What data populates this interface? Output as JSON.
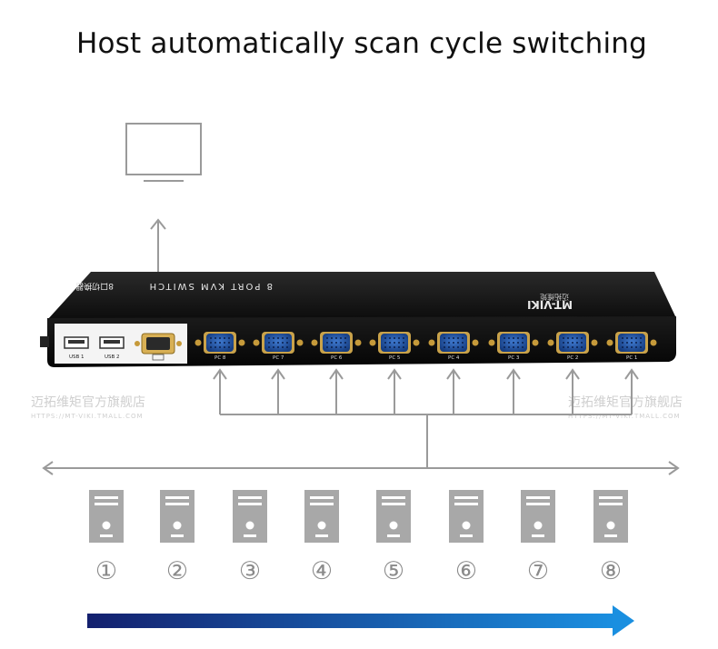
{
  "title": "Host automatically scan cycle switching",
  "device": {
    "top_label": "8 PORT KVM SWITCH",
    "top_label_cn": "8口切换器",
    "brand": "MT-VIKI",
    "brand_cn": "迈拓维矩",
    "usb_ports": [
      "USB 1",
      "USB 2"
    ],
    "pc_ports": [
      "PC 8",
      "PC 7",
      "PC 6",
      "PC 5",
      "PC 4",
      "PC 3",
      "PC 2",
      "PC 1"
    ]
  },
  "watermark": {
    "line1": "迈拓维矩官方旗舰店",
    "line2": "HTTPS://MT-VIKI.TMALL.COM"
  },
  "computers": [
    "①",
    "②",
    "③",
    "④",
    "⑤",
    "⑥",
    "⑦",
    "⑧"
  ],
  "icons": {
    "monitor": "monitor-icon",
    "computer": "desktop-tower-icon",
    "arrow": "right-arrow-icon"
  },
  "colors": {
    "arrow_start": "#0f1f7a",
    "arrow_end": "#1a8fe0",
    "line": "#9a9a9a",
    "vga_blue": "#1b4f9e"
  }
}
